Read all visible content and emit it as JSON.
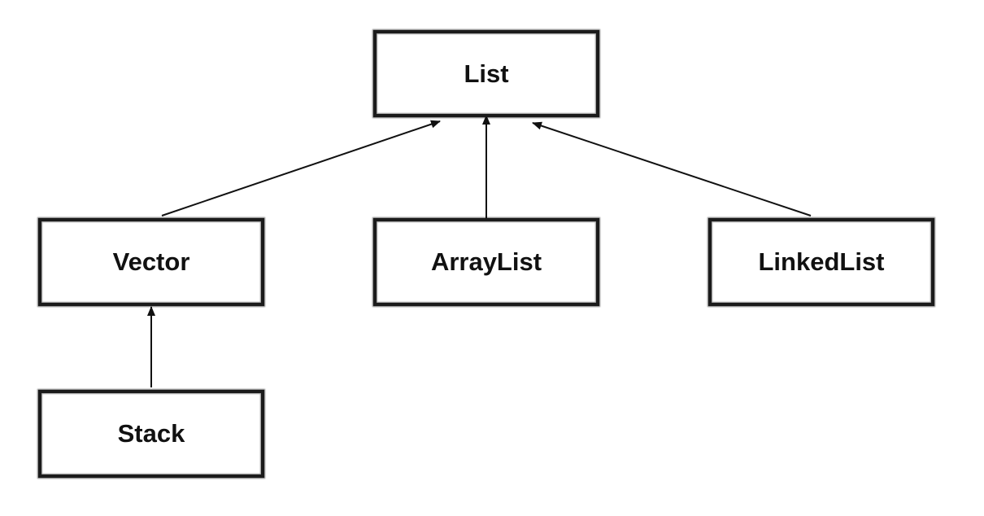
{
  "nodes": {
    "list": "List",
    "vector": "Vector",
    "arraylist": "ArrayList",
    "linkedlist": "LinkedList",
    "stack": "Stack"
  },
  "edges": [
    {
      "from": "vector",
      "to": "list"
    },
    {
      "from": "arraylist",
      "to": "list"
    },
    {
      "from": "linkedlist",
      "to": "list"
    },
    {
      "from": "stack",
      "to": "vector"
    }
  ],
  "colors": {
    "stroke": "#1b1b1b",
    "text": "#111111",
    "background": "#ffffff"
  }
}
